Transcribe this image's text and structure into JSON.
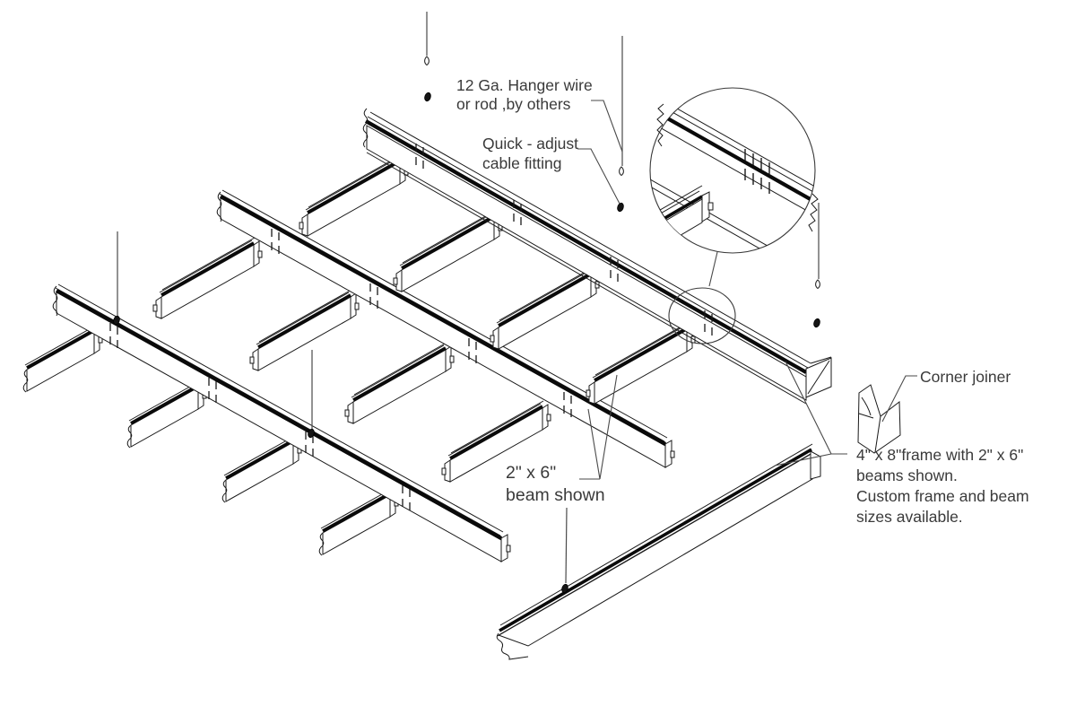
{
  "callouts": {
    "hanger_wire_line1": "12 Ga. Hanger wire",
    "hanger_wire_line2": "or rod ,by others",
    "cable_fitting_line1": "Quick - adjust",
    "cable_fitting_line2": "cable fitting",
    "beam_line1": "2\" x 6\"",
    "beam_line2": "beam shown",
    "corner_joiner": "Corner joiner",
    "frame_note_line1": "4\" x 8\"frame with 2\" x 6\"",
    "frame_note_line2": "beams shown.",
    "frame_note_line3": "Custom frame and beam",
    "frame_note_line4": "sizes available."
  },
  "colors": {
    "background": "#ffffff",
    "line": "#1a1a1a",
    "text": "#3a3a3a",
    "leader": "#4a4a4a"
  }
}
